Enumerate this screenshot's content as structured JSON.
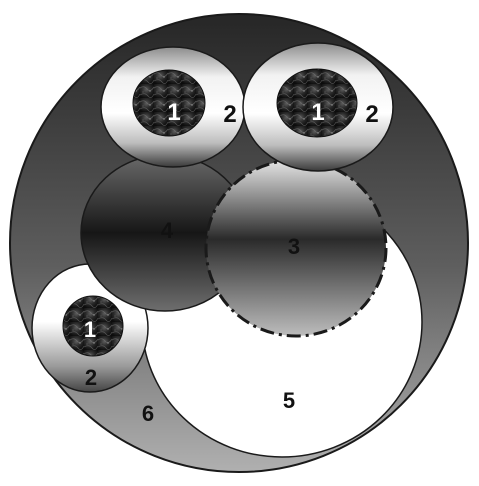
{
  "labels": {
    "eye_left_core": "1",
    "eye_left_ring": "2",
    "eye_right_core": "1",
    "eye_right_ring": "2",
    "eye_small_core": "1",
    "eye_small_ring": "2",
    "region_3": "3",
    "region_4": "4",
    "region_5": "5",
    "region_6": "6"
  },
  "colors": {
    "outline": "#1a1a1a",
    "outer_dark": "#2b2b2b",
    "outer_light": "#a8a8a8",
    "region5_fill": "#ffffff",
    "core_dark": "#141414",
    "core_light": "#5a5a5a"
  }
}
